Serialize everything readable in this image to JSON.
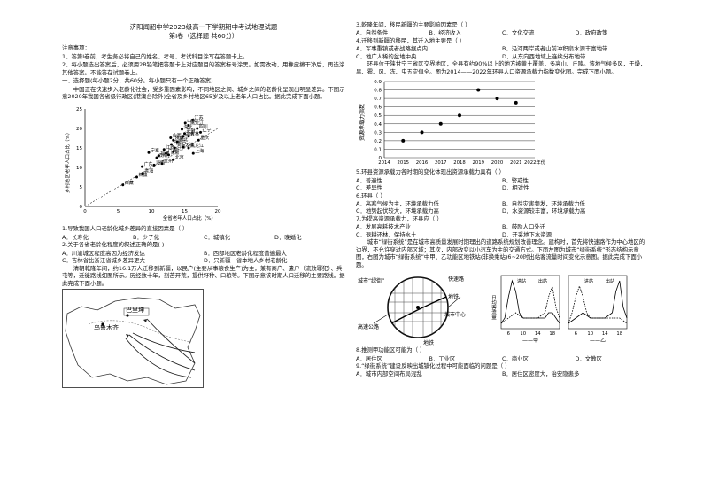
{
  "exam": {
    "title": "济阳闻韶中学2023级高一下学期期中考试地理试题",
    "volume": "第Ⅰ卷（选择题 共60分）"
  },
  "notes": {
    "heading": "注意事项：",
    "items": [
      "1、答第Ⅰ卷前，考生务必将自己的姓名、考号、考试科目涂写在答题卡上。",
      "2、每小题选出答案后，必须用2B铅笔把答题卡上对应题目的答案标号涂黑。如需改动，用橡皮擦干净后，再选涂其他答案。不能答在试题卷上。"
    ]
  },
  "section1": {
    "heading": "一、选择题(每小题2分，共60分。每小题只有一个正确答案)",
    "intro": "中国正在快速步入老龄化社会，受多重因素影响，不同地区之间、城乡之间的老龄化呈现出明显差异。下图示意2020年我国各省级行政区(港澳台除外)全省及乡村地区65岁及以上老年人口占比。据此完成下面小题。"
  },
  "chart_data": [
    {
      "type": "scatter",
      "title": "",
      "xlabel": "全省老年人口占比（%）",
      "ylabel": "乡村地区老年人口占比（%）",
      "xlim": [
        0,
        20
      ],
      "ylim": [
        0,
        25
      ],
      "xticks": [
        0,
        5,
        10,
        15,
        20
      ],
      "yticks": [
        0,
        5,
        10,
        15,
        20,
        25
      ],
      "grid": false,
      "reference_line": "dashed diagonal y = x",
      "points": [
        {
          "name": "黑龙江",
          "x": 15.6,
          "y": 20.8
        },
        {
          "name": "江苏",
          "x": 16.2,
          "y": 22.2
        },
        {
          "name": "山东",
          "x": 15.1,
          "y": 21.4
        },
        {
          "name": "湖北",
          "x": 14.6,
          "y": 19.8
        },
        {
          "name": "辽宁",
          "x": 17.4,
          "y": 19.0
        },
        {
          "name": "安徽",
          "x": 15.0,
          "y": 18.7
        },
        {
          "name": "四川",
          "x": 16.9,
          "y": 20.0
        },
        {
          "name": "山西",
          "x": 12.9,
          "y": 17.6
        },
        {
          "name": "湖南",
          "x": 14.8,
          "y": 18.0
        },
        {
          "name": "吉林",
          "x": 15.6,
          "y": 18.0
        },
        {
          "name": "陕西",
          "x": 13.3,
          "y": 17.0
        },
        {
          "name": "重庆",
          "x": 17.1,
          "y": 17.0
        },
        {
          "name": "河北",
          "x": 13.9,
          "y": 16.6
        },
        {
          "name": "内蒙古",
          "x": 13.0,
          "y": 15.9
        },
        {
          "name": "江西",
          "x": 11.9,
          "y": 14.6
        },
        {
          "name": "宁夏",
          "x": 9.6,
          "y": 13.8
        },
        {
          "name": "河南",
          "x": 13.5,
          "y": 15.0
        },
        {
          "name": "浙江",
          "x": 13.3,
          "y": 14.0
        },
        {
          "name": "天津",
          "x": 14.8,
          "y": 15.2
        },
        {
          "name": "上海",
          "x": 16.3,
          "y": 13.6
        },
        {
          "name": "北京",
          "x": 13.3,
          "y": 12.0
        },
        {
          "name": "福建",
          "x": 11.1,
          "y": 13.0
        },
        {
          "name": "黑龙江",
          "x": 15.6,
          "y": 15.0
        },
        {
          "name": "甘肃",
          "x": 12.6,
          "y": 13.2
        },
        {
          "name": "广西",
          "x": 12.2,
          "y": 13.6
        },
        {
          "name": "云南",
          "x": 10.8,
          "y": 12.5
        },
        {
          "name": "贵州",
          "x": 11.6,
          "y": 11.0
        },
        {
          "name": "海南",
          "x": 10.4,
          "y": 10.6
        },
        {
          "name": "广东",
          "x": 8.6,
          "y": 10.2
        },
        {
          "name": "青海",
          "x": 8.7,
          "y": 8.5
        },
        {
          "name": "新疆",
          "x": 7.8,
          "y": 7.5
        },
        {
          "name": "西藏",
          "x": 5.7,
          "y": 5.5
        }
      ]
    },
    {
      "type": "scatter",
      "title": "",
      "xlabel": "2022年份",
      "ylabel": "资源承载力指数",
      "xlim": [
        2014,
        2022
      ],
      "ylim": [
        0,
        0.9
      ],
      "xticks": [
        2014,
        2015,
        2016,
        2017,
        2018,
        2019,
        2020,
        2021,
        2022
      ],
      "xtick_labels": [
        "2014",
        "2015",
        "2016",
        "2017",
        "2018",
        "2019",
        "2020",
        "2021",
        "2022年份"
      ],
      "yticks": [
        0,
        0.1,
        0.2,
        0.3,
        0.4,
        0.5,
        0.6,
        0.7,
        0.8,
        0.9
      ],
      "grid": true,
      "x": [
        2015,
        2016,
        2017,
        2018,
        2019,
        2020,
        2021
      ],
      "values": [
        0.2,
        0.3,
        0.4,
        0.5,
        0.8,
        0.7,
        0.65
      ]
    },
    {
      "type": "line",
      "panel": "甲",
      "title": "",
      "xlabel": "",
      "ylabel": "日均客流量",
      "xticks": [
        6,
        10,
        14,
        18
      ],
      "xlim": [
        4,
        20
      ],
      "series": [
        {
          "name": "进站",
          "style": "solid",
          "x": [
            4,
            5,
            6,
            7,
            8,
            9,
            10,
            12,
            14,
            16,
            17,
            18,
            19,
            20
          ],
          "values": [
            1,
            2,
            6,
            9,
            7,
            3,
            2,
            2,
            2,
            2,
            3,
            3,
            2,
            1
          ]
        },
        {
          "name": "出站",
          "style": "dashed",
          "x": [
            4,
            6,
            8,
            10,
            12,
            14,
            16,
            17,
            18,
            19,
            20
          ],
          "values": [
            1,
            2,
            3,
            2,
            2,
            2,
            3,
            6,
            8,
            4,
            2
          ]
        }
      ]
    },
    {
      "type": "line",
      "panel": "乙",
      "title": "",
      "xlabel": "",
      "ylabel": "",
      "xticks": [
        6,
        10,
        14,
        18
      ],
      "xlim": [
        4,
        20
      ],
      "series": [
        {
          "name": "进站",
          "style": "solid",
          "x": [
            4,
            6,
            8,
            10,
            12,
            14,
            16,
            17,
            18,
            19,
            20
          ],
          "values": [
            1,
            2,
            3,
            2,
            2,
            2,
            3,
            7,
            9,
            4,
            2
          ]
        },
        {
          "name": "出站",
          "style": "dashed",
          "x": [
            4,
            5,
            6,
            7,
            8,
            9,
            10,
            12,
            14,
            16,
            18,
            20
          ],
          "values": [
            1,
            3,
            6,
            8,
            6,
            3,
            2,
            2,
            2,
            2,
            2,
            1
          ]
        }
      ]
    }
  ],
  "questions": [
    {
      "num": "1.",
      "stem": "导致我国人口老龄化城乡差异的直接因素是（    ）",
      "options": [
        "A．长寿化",
        "B．少子化",
        "C．城镇化",
        "D．晚婚化"
      ]
    },
    {
      "num": "2.",
      "stem": "关于各省老龄化程度的叙述正确的是(    )",
      "options": [
        "A．川渝城区程度高因为经济发达",
        "B．西部地区老龄化程度普遍最大",
        "C．吉林省比浙江省城乡差异更大",
        "D．只新疆一省本地人乡村老龄化"
      ]
    }
  ],
  "passage2": "清朝乾隆年间，约16.1万人迁移到新疆，以民户(主要从事粮食生产)为主，兼有商户、遣户（流放罪犯）、兵屯等，迁徙路线如图所示。历经数十年，刻苦开荒，提供籽种、口粮等。下图示意该时期人口迁移的主要路线。据此完成下面小题。",
  "map": {
    "labels": [
      "乌鲁木齐",
      "巴里坤"
    ]
  },
  "right_questions": [
    {
      "num": "3.",
      "stem": "乾隆年间，移民新疆的主要影响因素是（    ）",
      "options": [
        "A．自然条件",
        "B．经济收入",
        "C．文化交流",
        "D．政府政策"
      ]
    },
    {
      "num": "4.",
      "stem": "迁移到新疆的移民，其迁入地主要是（    ）",
      "options": [
        "A．军事重镇或者战略据点内",
        "B．沿河两岸或者山前冲积扇水源丰富地带",
        "C．地广人稀的盆地中央",
        "D．从东向西地域上连续分布地带"
      ]
    }
  ],
  "passage3": "环县位于陕甘宁三省区交界地区，全县有约90%以上的地方被黄土覆盖，多高山、丘陵。该地气候多风，干燥，旱、雹、风、冻、虫五灾俱全。图为2014——2022年环县人口资源承载力指数变化图。完成下面小题。",
  "right_questions2": [
    {
      "num": "5.",
      "stem": "环县资源承载力各时期的变化体现出资源承载力具有（    ）",
      "options": [
        "A．普遍性",
        "B．警戒性",
        "C．差异性",
        "D．相对性"
      ]
    },
    {
      "num": "6.",
      "stem": "环县（    ）",
      "options": [
        "A．高寒气候为主，环境承载力低",
        "B．自然灾害频发，环境承载力低",
        "C．地势起伏较大，环境承载力高",
        "D．水资源较丰富，环境承载力高"
      ]
    },
    {
      "num": "7.",
      "stem": "为提高资源承载力，环县应（    ）",
      "options": [
        "A．发展高耗技术产业",
        "B．鼓励人口外迁",
        "C．退耕还林，保持水土",
        "D．开采地下水资源"
      ]
    }
  ],
  "passage4": "城市“绿街系统”是在城市高质量发展时期理出的道路系统规划改善理念。建构时，首先将快速路作为中心地区的边界，不允许穿过内部区域；其次，内部改变以小汽车为主的交通方式。下面左图为城市“绿街系统”形态结构示意图，右图为城市“绿街系统”中甲、乙功能区地铁站(非换乘站)6~20时出站客流量时间变化示意图。据此完成下面小题。",
  "diagram": {
    "labels": [
      "城市“绿街”",
      "快速路",
      "地铁",
      "城市中心",
      "高速公路",
      "地铁"
    ],
    "panel_labels": [
      "进站",
      "出站",
      "甲",
      "乙"
    ],
    "axis_title": "日均客流量",
    "axis_ticks": [
      "6",
      "10",
      "14",
      "18",
      "6",
      "10",
      "14",
      "18"
    ]
  },
  "right_questions3": [
    {
      "num": "8.",
      "stem": "推测甲功能区可能为（    ）",
      "options": [
        "A．居住区",
        "B．工业区",
        "C．商业区",
        "D．文教区"
      ]
    },
    {
      "num": "9.",
      "stem": "“绿街系统”建设反映出城镇化过程中可能面临的问题是（    ）",
      "options": [
        "A．城市内部空间布局混乱",
        "B．居住区密度大，治安隐患多"
      ]
    }
  ]
}
